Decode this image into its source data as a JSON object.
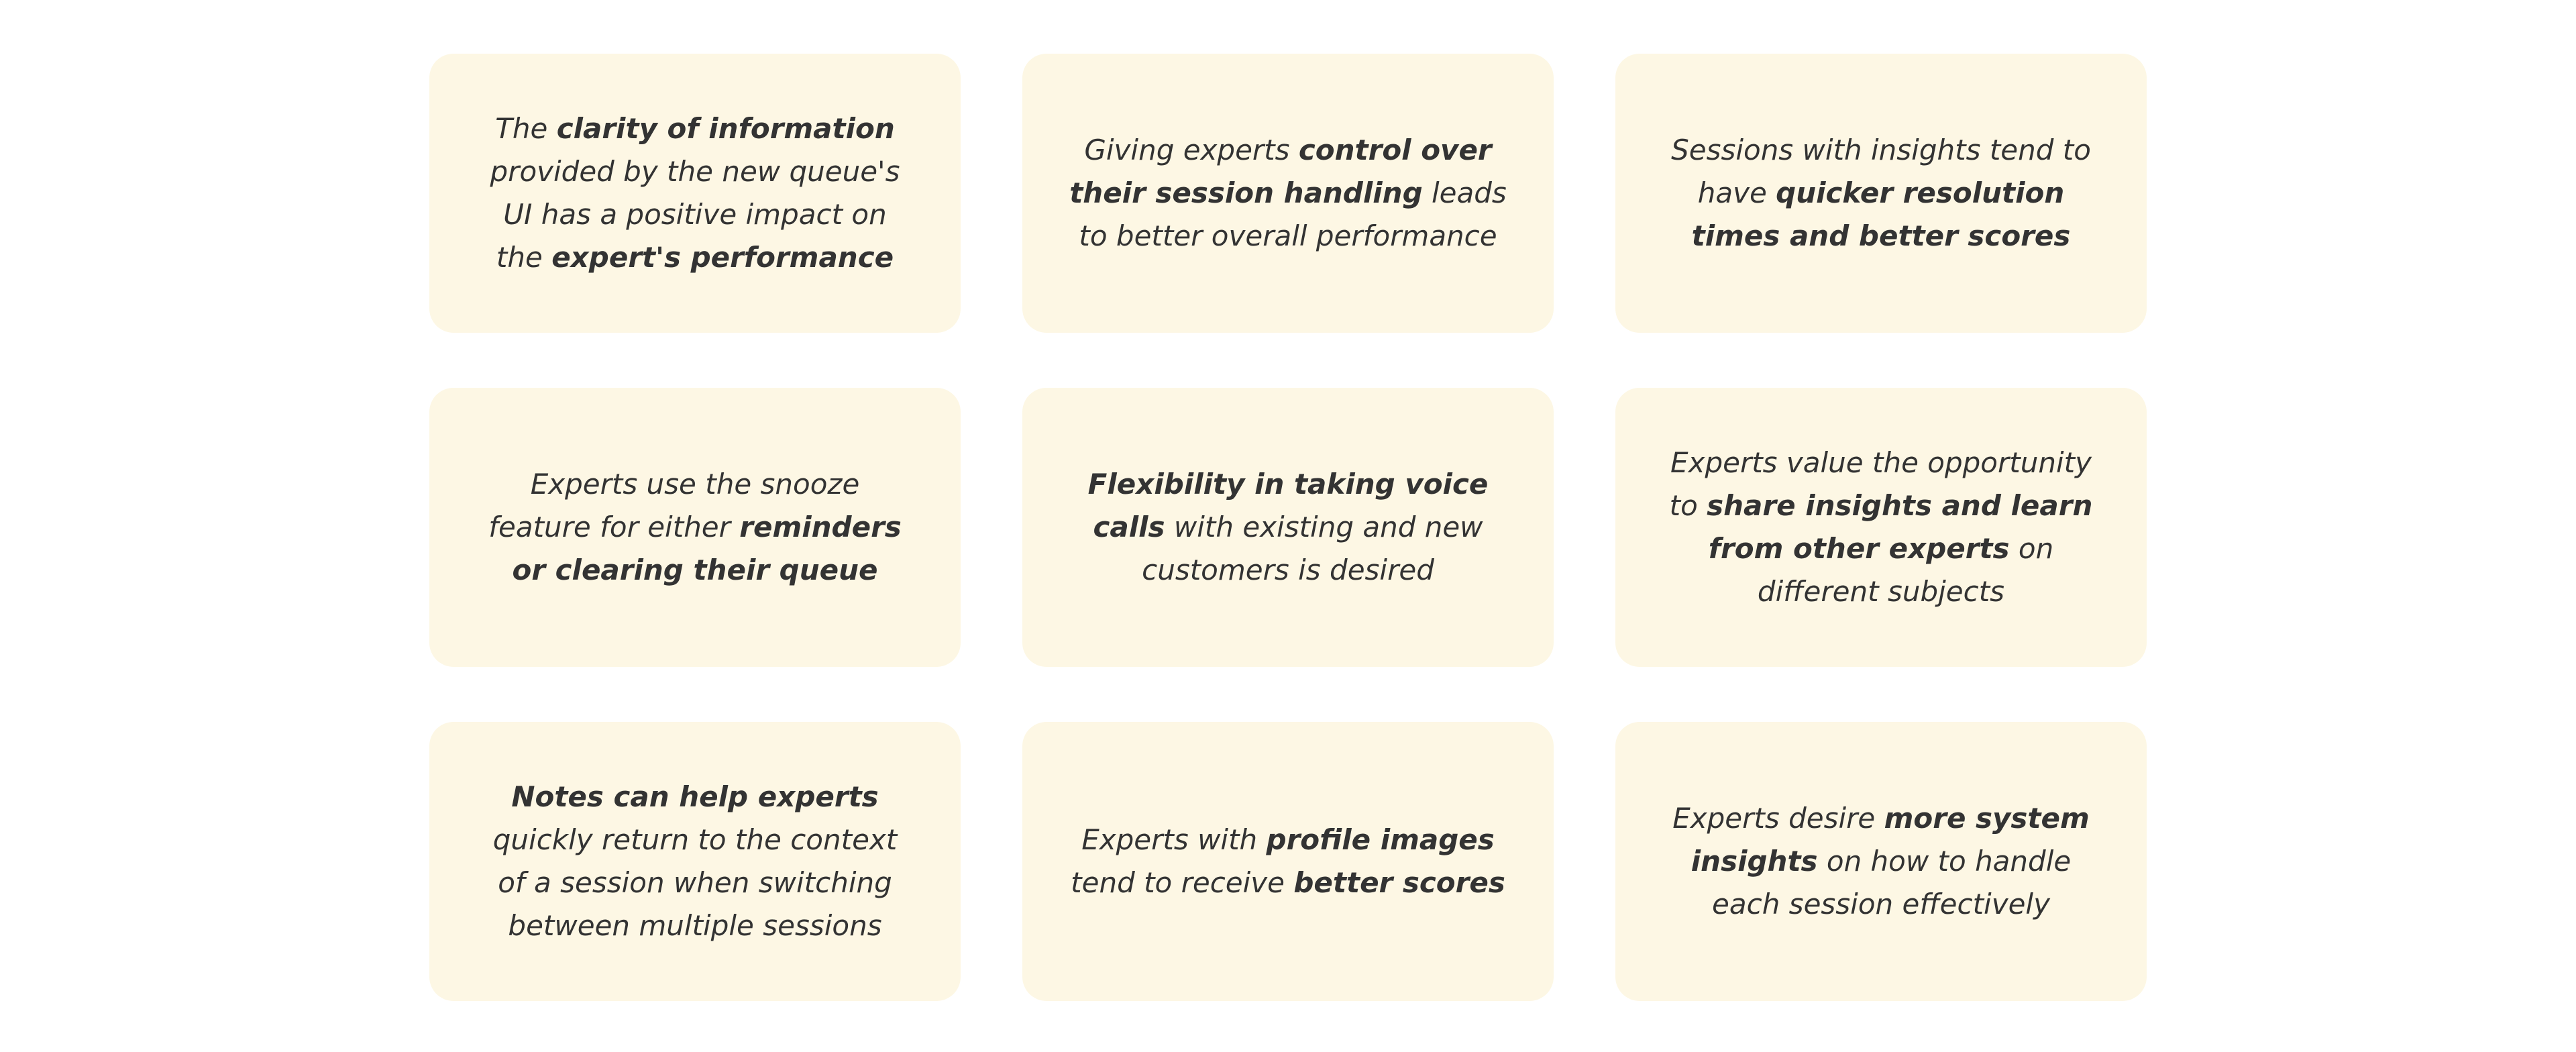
{
  "cards": [
    {
      "parts": [
        {
          "t": "The ",
          "b": false
        },
        {
          "t": "clarity of information",
          "b": true
        },
        {
          "t": " provided by the new queue's UI has a positive impact on the ",
          "b": false
        },
        {
          "t": "expert's performance",
          "b": true
        }
      ]
    },
    {
      "parts": [
        {
          "t": "Giving experts ",
          "b": false
        },
        {
          "t": "control over their session handling",
          "b": true
        },
        {
          "t": " leads to better overall performance",
          "b": false
        }
      ]
    },
    {
      "parts": [
        {
          "t": "Sessions with insights tend to have ",
          "b": false
        },
        {
          "t": "quicker resolution times and better scores",
          "b": true
        }
      ]
    },
    {
      "parts": [
        {
          "t": "Experts use the snooze feature for either ",
          "b": false
        },
        {
          "t": "reminders or clearing their queue",
          "b": true
        }
      ]
    },
    {
      "parts": [
        {
          "t": "Flexibility in taking voice calls",
          "b": true
        },
        {
          "t": " with existing and new customers is desired",
          "b": false
        }
      ]
    },
    {
      "parts": [
        {
          "t": "Experts value the opportunity to ",
          "b": false
        },
        {
          "t": "share insights and learn from other experts",
          "b": true
        },
        {
          "t": " on different subjects",
          "b": false
        }
      ]
    },
    {
      "parts": [
        {
          "t": "Notes can help experts",
          "b": true
        },
        {
          "t": " quickly return to the context of a session when switching between multiple sessions",
          "b": false
        }
      ]
    },
    {
      "parts": [
        {
          "t": "Experts with ",
          "b": false
        },
        {
          "t": "profile images",
          "b": true
        },
        {
          "t": " tend to receive ",
          "b": false
        },
        {
          "t": "better scores",
          "b": true
        }
      ]
    },
    {
      "parts": [
        {
          "t": "Experts desire ",
          "b": false
        },
        {
          "t": "more system insights",
          "b": true
        },
        {
          "t": " on how to handle each session effectively",
          "b": false
        }
      ]
    }
  ]
}
